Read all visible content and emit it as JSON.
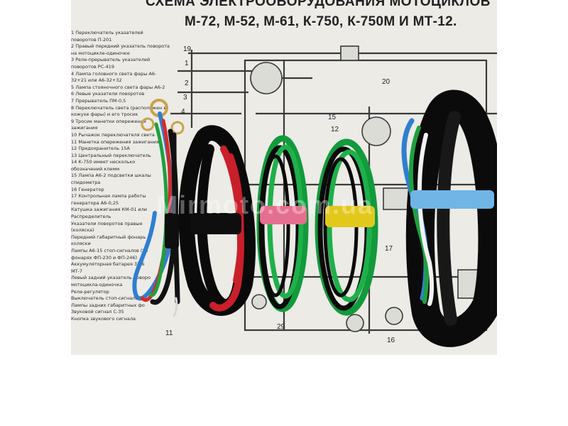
{
  "diagram": {
    "title_line1": "СХЕМА ЭЛЕКТРООБОРУДОВАНИЯ МОТОЦИКЛОВ",
    "title_line2": "М-72, М-52, М-61, К-750, К-750М И МТ-12.",
    "legend": [
      "1 Переключатель указателей",
      "поворотов П-201",
      "2 Правый передний указатель поворота",
      "на мотоцикле-одиночке",
      "3 Реле-прерыватель указателей",
      "поворотов РС-419",
      "4 Лампа головного света фары А6-",
      "32+21 или А6-32+32",
      "5 Лампа стояночного света фары А6-2",
      "6 Левые указатели поворотов",
      "7 Прерыватель ПМ-0,5",
      "8 Переключатель света (расположен в",
      "кожухе фары) и его тросик",
      "9 Тросик манетки опережения",
      "зажигания",
      "10 Рычажок переключателя света",
      "11 Манетка опережения зажигания",
      "12 Предохранитель 15А",
      "13 Центральный переключатель",
      "14 К-750 имеет несколько",
      "обозначений клемм",
      "15 Лампа А6-2 подсветки шкалы",
      "спидометра",
      "16 Генератор",
      "17 Контрольная лампа работы",
      "генератора А6-0,25",
      "Катушка зажигания КМ-01 или",
      "Распределитель",
      "Указатели поворотов правые",
      "(коляска)",
      "Передний габаритный фонарь",
      "коляски",
      "Лампы А6-15 стоп-сигналов (то",
      "фонарях ФП-230 и ФП-246)",
      "Аккумуляторная батарея 3Т-6",
      "МТ-7",
      "Левый задний указатель поворо",
      "мотоцикла-одиночка",
      "Реле-регулятор",
      "Выключатель стоп-сигнала",
      "Лампы задних габаритных фо",
      "Звуковой сигнал С-35",
      "Кнопка звукового сигнала"
    ],
    "callouts": [
      "19",
      "1",
      "2",
      "3",
      "4",
      "15",
      "12",
      "20",
      "17",
      "29",
      "11",
      "16"
    ],
    "watermark": "Mirmoto.com.ua"
  }
}
